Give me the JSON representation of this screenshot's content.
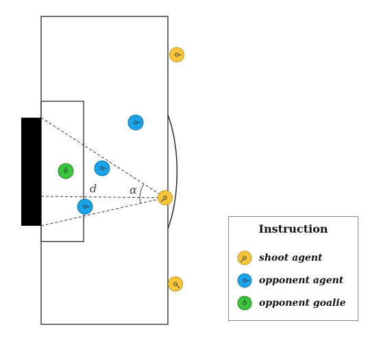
{
  "labels": {
    "distance": "d",
    "angle": "α"
  },
  "legend": {
    "title": "Instruction",
    "items": [
      {
        "label": "shoot agent",
        "color": "#f5c53c",
        "icon": "shoot-agent-icon"
      },
      {
        "label": "opponent agent",
        "color": "#1aa3e8",
        "icon": "opponent-agent-icon"
      },
      {
        "label": "opponent goalie",
        "color": "#3cc43c",
        "icon": "opponent-goalie-icon"
      }
    ]
  },
  "colors": {
    "shoot_agent": "#f5c53c",
    "opponent_agent": "#1aa3e8",
    "opponent_goalie": "#3cc43c",
    "goal": "#000000",
    "field_lines": "#333333"
  }
}
